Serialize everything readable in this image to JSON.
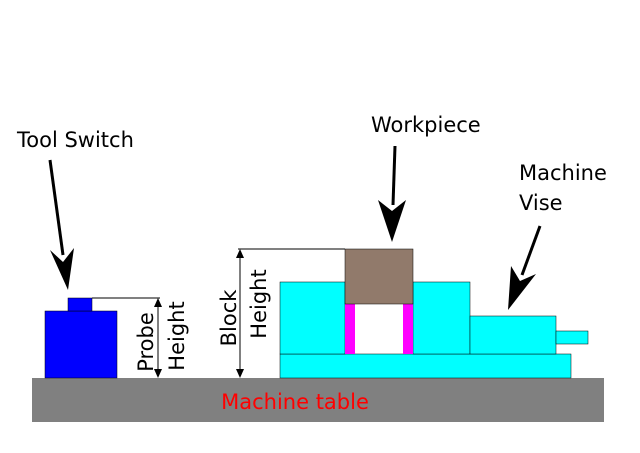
{
  "labels": {
    "tool_switch": "Tool Switch",
    "workpiece": "Workpiece",
    "machine_vise_line1": "Machine",
    "machine_vise_line2": "Vise",
    "probe_height_line1": "Probe",
    "probe_height_line2": "Height",
    "block_height_line1": "Block",
    "block_height_line2": "Height",
    "machine_table": "Machine table"
  },
  "colors": {
    "machine_table": "#808080",
    "machine_table_label": "#ff0000",
    "tool_switch": "#0000ff",
    "vise": "#00ffff",
    "workpiece": "#917a6b",
    "parallels": "#ff00ff",
    "line": "#000000"
  }
}
